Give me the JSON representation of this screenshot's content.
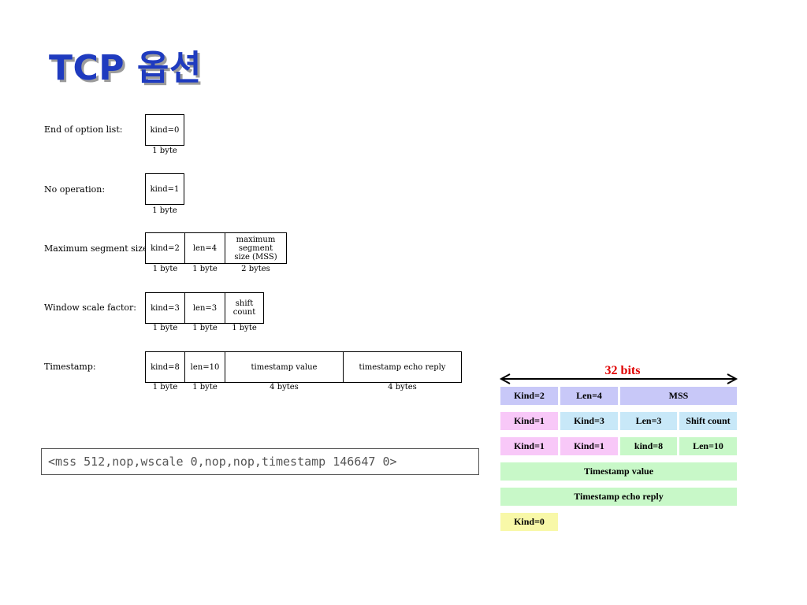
{
  "title": "TCP 옵션",
  "options": [
    {
      "label": "End of option list:",
      "fields": [
        {
          "text": "kind=0",
          "size": "1 byte"
        }
      ]
    },
    {
      "label": "No operation:",
      "fields": [
        {
          "text": "kind=1",
          "size": "1 byte"
        }
      ]
    },
    {
      "label": "Maximum segment size:",
      "fields": [
        {
          "text": "kind=2",
          "size": "1 byte"
        },
        {
          "text": "len=4",
          "size": "1 byte"
        },
        {
          "text": "maximum\nsegment\nsize (MSS)",
          "size": "2 bytes"
        }
      ]
    },
    {
      "label": "Window scale factor:",
      "fields": [
        {
          "text": "kind=3",
          "size": "1 byte"
        },
        {
          "text": "len=3",
          "size": "1 byte"
        },
        {
          "text": "shift\ncount",
          "size": "1 byte"
        }
      ]
    },
    {
      "label": "Timestamp:",
      "fields": [
        {
          "text": "kind=8",
          "size": "1 byte"
        },
        {
          "text": "len=10",
          "size": "1 byte"
        },
        {
          "text": "timestamp value",
          "size": "4 bytes"
        },
        {
          "text": "timestamp echo reply",
          "size": "4 bytes"
        }
      ]
    }
  ],
  "example_options": "<mss 512,nop,wscale 0,nop,nop,timestamp 146647 0>",
  "layout_diagram": {
    "width_label": "32 bits",
    "rows": [
      [
        {
          "text": "Kind=2",
          "color": "#c8c8f8"
        },
        {
          "text": "Len=4",
          "color": "#c8c8f8"
        },
        {
          "text": "MSS",
          "color": "#c8c8f8"
        }
      ],
      [
        {
          "text": "Kind=1",
          "color": "#f8c8f8"
        },
        {
          "text": "Kind=3",
          "color": "#c8e8f8"
        },
        {
          "text": "Len=3",
          "color": "#c8e8f8"
        },
        {
          "text": "Shift count",
          "color": "#c8e8f8"
        }
      ],
      [
        {
          "text": "Kind=1",
          "color": "#f8c8f8"
        },
        {
          "text": "Kind=1",
          "color": "#f8c8f8"
        },
        {
          "text": "kind=8",
          "color": "#c8f8c8"
        },
        {
          "text": "Len=10",
          "color": "#c8f8c8"
        }
      ],
      [
        {
          "text": "Timestamp value",
          "color": "#c8f8c8"
        }
      ],
      [
        {
          "text": "Timestamp echo reply",
          "color": "#c8f8c8"
        }
      ],
      [
        {
          "text": "Kind=0",
          "color": "#f8f8a8"
        }
      ]
    ]
  }
}
